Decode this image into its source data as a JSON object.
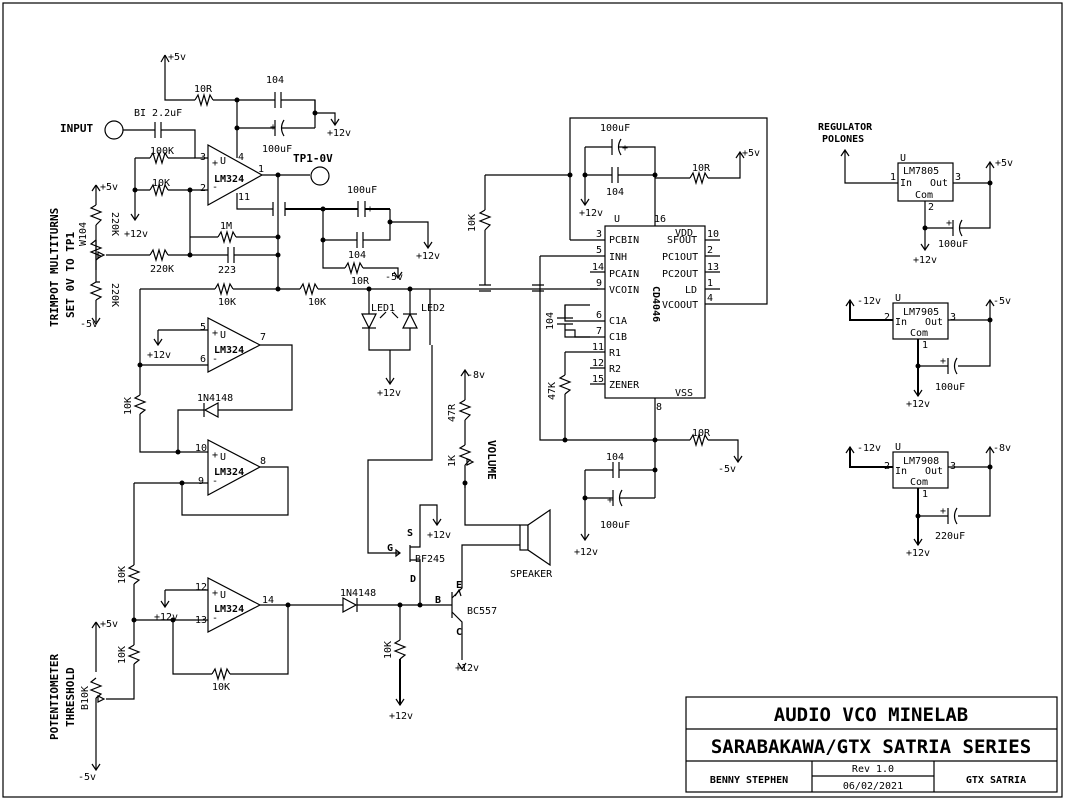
{
  "title_block": {
    "title": "AUDIO VCO MINELAB",
    "series": "SARABAKAWA/GTX SATRIA SERIES",
    "author": "BENNY STEPHEN",
    "rev": "Rev 1.0",
    "date": "06/02/2021",
    "project": "GTX SATRIA"
  },
  "notes": {
    "trimpot": "TRIMPOT MULTITURNS",
    "trimpot_set": "SET 0V TO TP1",
    "pot": "POTENTIOMETER",
    "pot_threshold": "THRESHOLD",
    "regulator": "REGULATOR",
    "regulator2": "POLONES"
  },
  "labels": {
    "input": "INPUT",
    "tp1": "TP1-0V",
    "speaker": "SPEAKER",
    "volume": "VOLUME",
    "led1": "LED1",
    "led2": "LED2",
    "u": "U",
    "com": "Com",
    "in": "In",
    "out": "Out",
    "pin_s": "S",
    "pin_d": "D",
    "pin_g": "G",
    "pin_b": "B",
    "pin_c": "C",
    "pin_e": "E"
  },
  "parts": {
    "lm324": "LM324",
    "cd4046": "CD4046",
    "bf245": "BF245",
    "bc557": "BC557",
    "d1n4148": "1N4148",
    "lm7805": "LM7805",
    "lm7905": "LM7905",
    "lm7908": "LM7908"
  },
  "values": {
    "r10r": "10R",
    "c104": "104",
    "b1": "BI 2.2uF",
    "c100u": "100uF",
    "r100k": "100K",
    "r10k": "10K",
    "r220k": "220K",
    "r1m": "1M",
    "c223": "223",
    "r47r": "47R",
    "r1k": "1K",
    "r47k": "47K",
    "w104": "W104",
    "b10k": "B10K",
    "c220u": "220uF"
  },
  "rails": {
    "p5": "+5v",
    "p12": "+12v",
    "m5": "-5v",
    "m8": "-8v",
    "m12": "-12v"
  },
  "cd4046_pins": {
    "pcbin": "PCBIN",
    "inh": "INH",
    "pcain": "PCAIN",
    "vcoin": "VCOIN",
    "c1a": "C1A",
    "c1b": "C1B",
    "r1": "R1",
    "r2": "R2",
    "zener": "ZENER",
    "vdd": "VDD",
    "sfout": "SFOUT",
    "pc1out": "PC1OUT",
    "pc2out": "PC2OUT",
    "ld": "LD",
    "vcoout": "VCOOUT",
    "vss": "VSS"
  },
  "pin_numbers": {
    "n1": "1",
    "n2": "2",
    "n3": "3",
    "n4": "4",
    "n5": "5",
    "n6": "6",
    "n7": "7",
    "n8": "8",
    "n9": "9",
    "n10": "10",
    "n11": "11",
    "n12": "12",
    "n13": "13",
    "n14": "14",
    "n15": "15",
    "n16": "16"
  }
}
